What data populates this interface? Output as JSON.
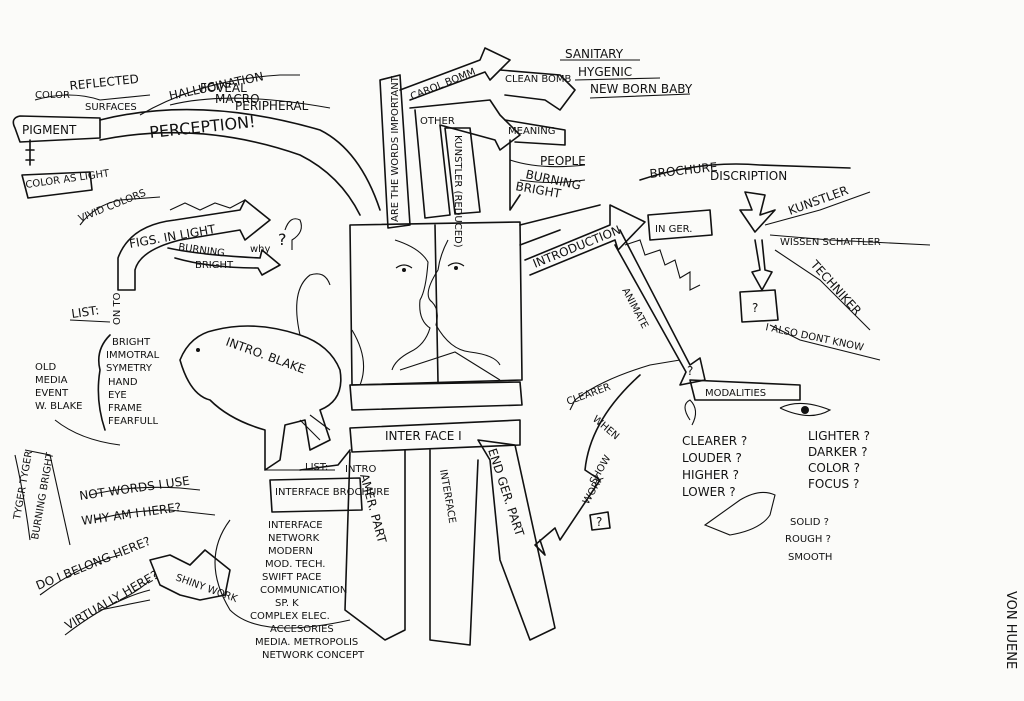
{
  "center": {
    "interface_title": "INTER FACE I",
    "intro_label": "INTRO",
    "amer_part": "AMER. PART",
    "end_ger_part": "END GER. PART",
    "interface_vertical": "INTERFACE"
  },
  "perception": {
    "main": "PERCEPTION!",
    "pigment": "PIGMENT",
    "color_as_light": "COLOR AS LIGHT",
    "color": "COLOR",
    "reflected": "REFLECTED",
    "surfaces": "SURFACES",
    "hallucination": "HALLUCINATION",
    "foveal": "FOVEAL",
    "macroo": "MACRO",
    "peripheral": "PERIPHERAL",
    "vivid_colors": "VIVID COLORS",
    "figs_in_light": "FIGS. IN LIGHT",
    "burning": "BURNING",
    "why": "why",
    "bright": "BRIGHT",
    "q": "?"
  },
  "top": {
    "are_the_words_important": "ARE THE WORDS IMPORTANT",
    "carol_bomm": "CAROL BOMM",
    "clean_bomb": "CLEAN BOMB",
    "sanitary": "SANITARY",
    "hygenic": "HYGENIC",
    "new_born_baby": "NEW BORN BABY",
    "other": "OTHER",
    "meaning": "MEANING",
    "people": "PEOPLE",
    "burning": "BURNING",
    "bright": "BRIGHT",
    "kunstler_reduced": "KUNSTLER (REDUCED)"
  },
  "right": {
    "introduction": "INTRODUCTION",
    "in_ger": "IN GER.",
    "animate": "ANIMATE",
    "q": "?",
    "brochure": "BROCHURE",
    "discription": "DISCRIPTION",
    "kunstler": "KUNSTLER",
    "wissen": "WISSEN SCHAFTLER",
    "techniker": "TECHNIKER",
    "also_dont_know": "I ALSO DONT KNOW",
    "modalities": "MODALITIES",
    "clearer": "CLEARER",
    "when": "WHEN",
    "show": "SHOW",
    "work": "WORK",
    "ear_list": [
      "CLEARER ?",
      "LOUDER ?",
      "HIGHER ?",
      "LOWER ?"
    ],
    "eye_list": [
      "LIGHTER ?",
      "DARKER ?",
      "COLOR ?",
      "FOCUS ?"
    ],
    "touch_list": [
      "SOLID ?",
      "ROUGH ?",
      "SMOOTH"
    ]
  },
  "left": {
    "list": "LIST:",
    "on_to": "ON TO",
    "intro_blake": "INTRO. BLAKE",
    "blake_list": [
      "BRIGHT",
      "IMMOTRAL",
      "SYMETRY",
      "HAND",
      "EYE",
      "FRAME",
      "FEARFULL"
    ],
    "old_media": [
      "OLD",
      "MEDIA",
      "EVENT",
      "W. BLAKE"
    ],
    "tyger": "TYGER TYGER",
    "burning_bright": "BURNING BRIGHT",
    "not_words": "NOT WORDS I USE",
    "why_am_i_here": "WHY AM I HERE?",
    "do_i_belong": "DO I BELONG HERE?",
    "virtually_here": "VIRTUALLY HERE?",
    "shiny_work": "SHINY WORK"
  },
  "bottom_list": {
    "list": "LIST:",
    "interface_brochure": "INTERFACE BROCHURE",
    "items": [
      "INTERFACE",
      "NETWORK",
      "MODERN",
      "MOD. TECH.",
      "SWIFT PACE",
      "COMMUNICATION",
      "SP. K",
      "COMPLEX ELEC.",
      "ACCESORIES",
      "MEDIA. METROPOLIS",
      "NETWORK CONCEPT"
    ]
  },
  "signature": "VON HUENE"
}
